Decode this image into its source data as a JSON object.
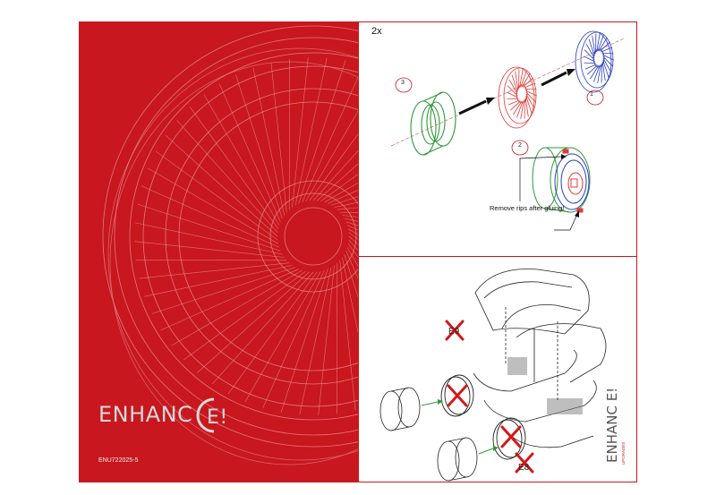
{
  "left_panel": {
    "logo_text_prefix": "ENHANC",
    "logo_text_suffix": "E!",
    "product_code": "ENU722025-5",
    "background_color": "#c8171e"
  },
  "top_panel": {
    "quantity": "2x",
    "part_labels": [
      "3",
      "2",
      "1"
    ],
    "note": "Remove rips after gluing!"
  },
  "bottom_panel": {
    "part_labels": [
      "Ε9",
      "Ε8"
    ],
    "brand_text": "ENHANC E!",
    "brand_sub": "UPGRADES"
  },
  "icons": [
    "wheel-outline-icon",
    "blue-spoke-wheel-icon",
    "red-spoke-wheel-icon",
    "green-rim-icon",
    "cross-mark-icon"
  ]
}
